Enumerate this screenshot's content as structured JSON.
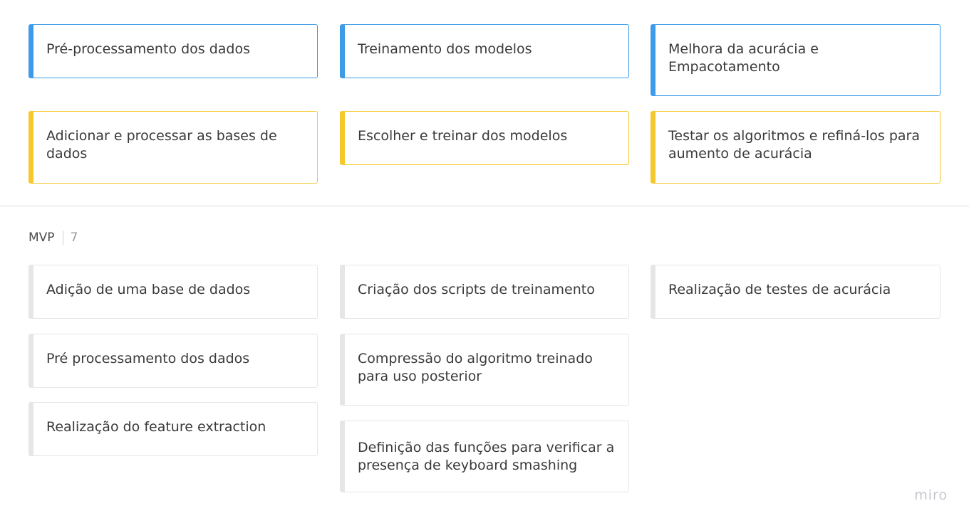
{
  "activities": {
    "blue": [
      "Pré-processamento dos dados",
      "Treinamento dos modelos",
      "Melhora da acurácia e Empacotamento"
    ],
    "yellow": [
      "Adicionar e  processar as bases de dados",
      "Escolher e treinar dos modelos",
      "Testar os algoritmos e refiná-los para aumento de acurácia"
    ]
  },
  "release": {
    "name": "MVP",
    "count": "7"
  },
  "stories": [
    "Adição de uma base de dados",
    "Criação dos scripts de treinamento",
    "Realização de testes de acurácia",
    "Pré processamento dos dados",
    "Compressão do algoritmo treinado para uso posterior",
    "Realização do feature extraction",
    "Definição das funções para verificar a presença de keyboard smashing"
  ],
  "brand": "miro",
  "colors": {
    "activity_blue": "#3d9be9",
    "activity_yellow": "#f6c82c",
    "story_border": "#e6e6e6"
  }
}
